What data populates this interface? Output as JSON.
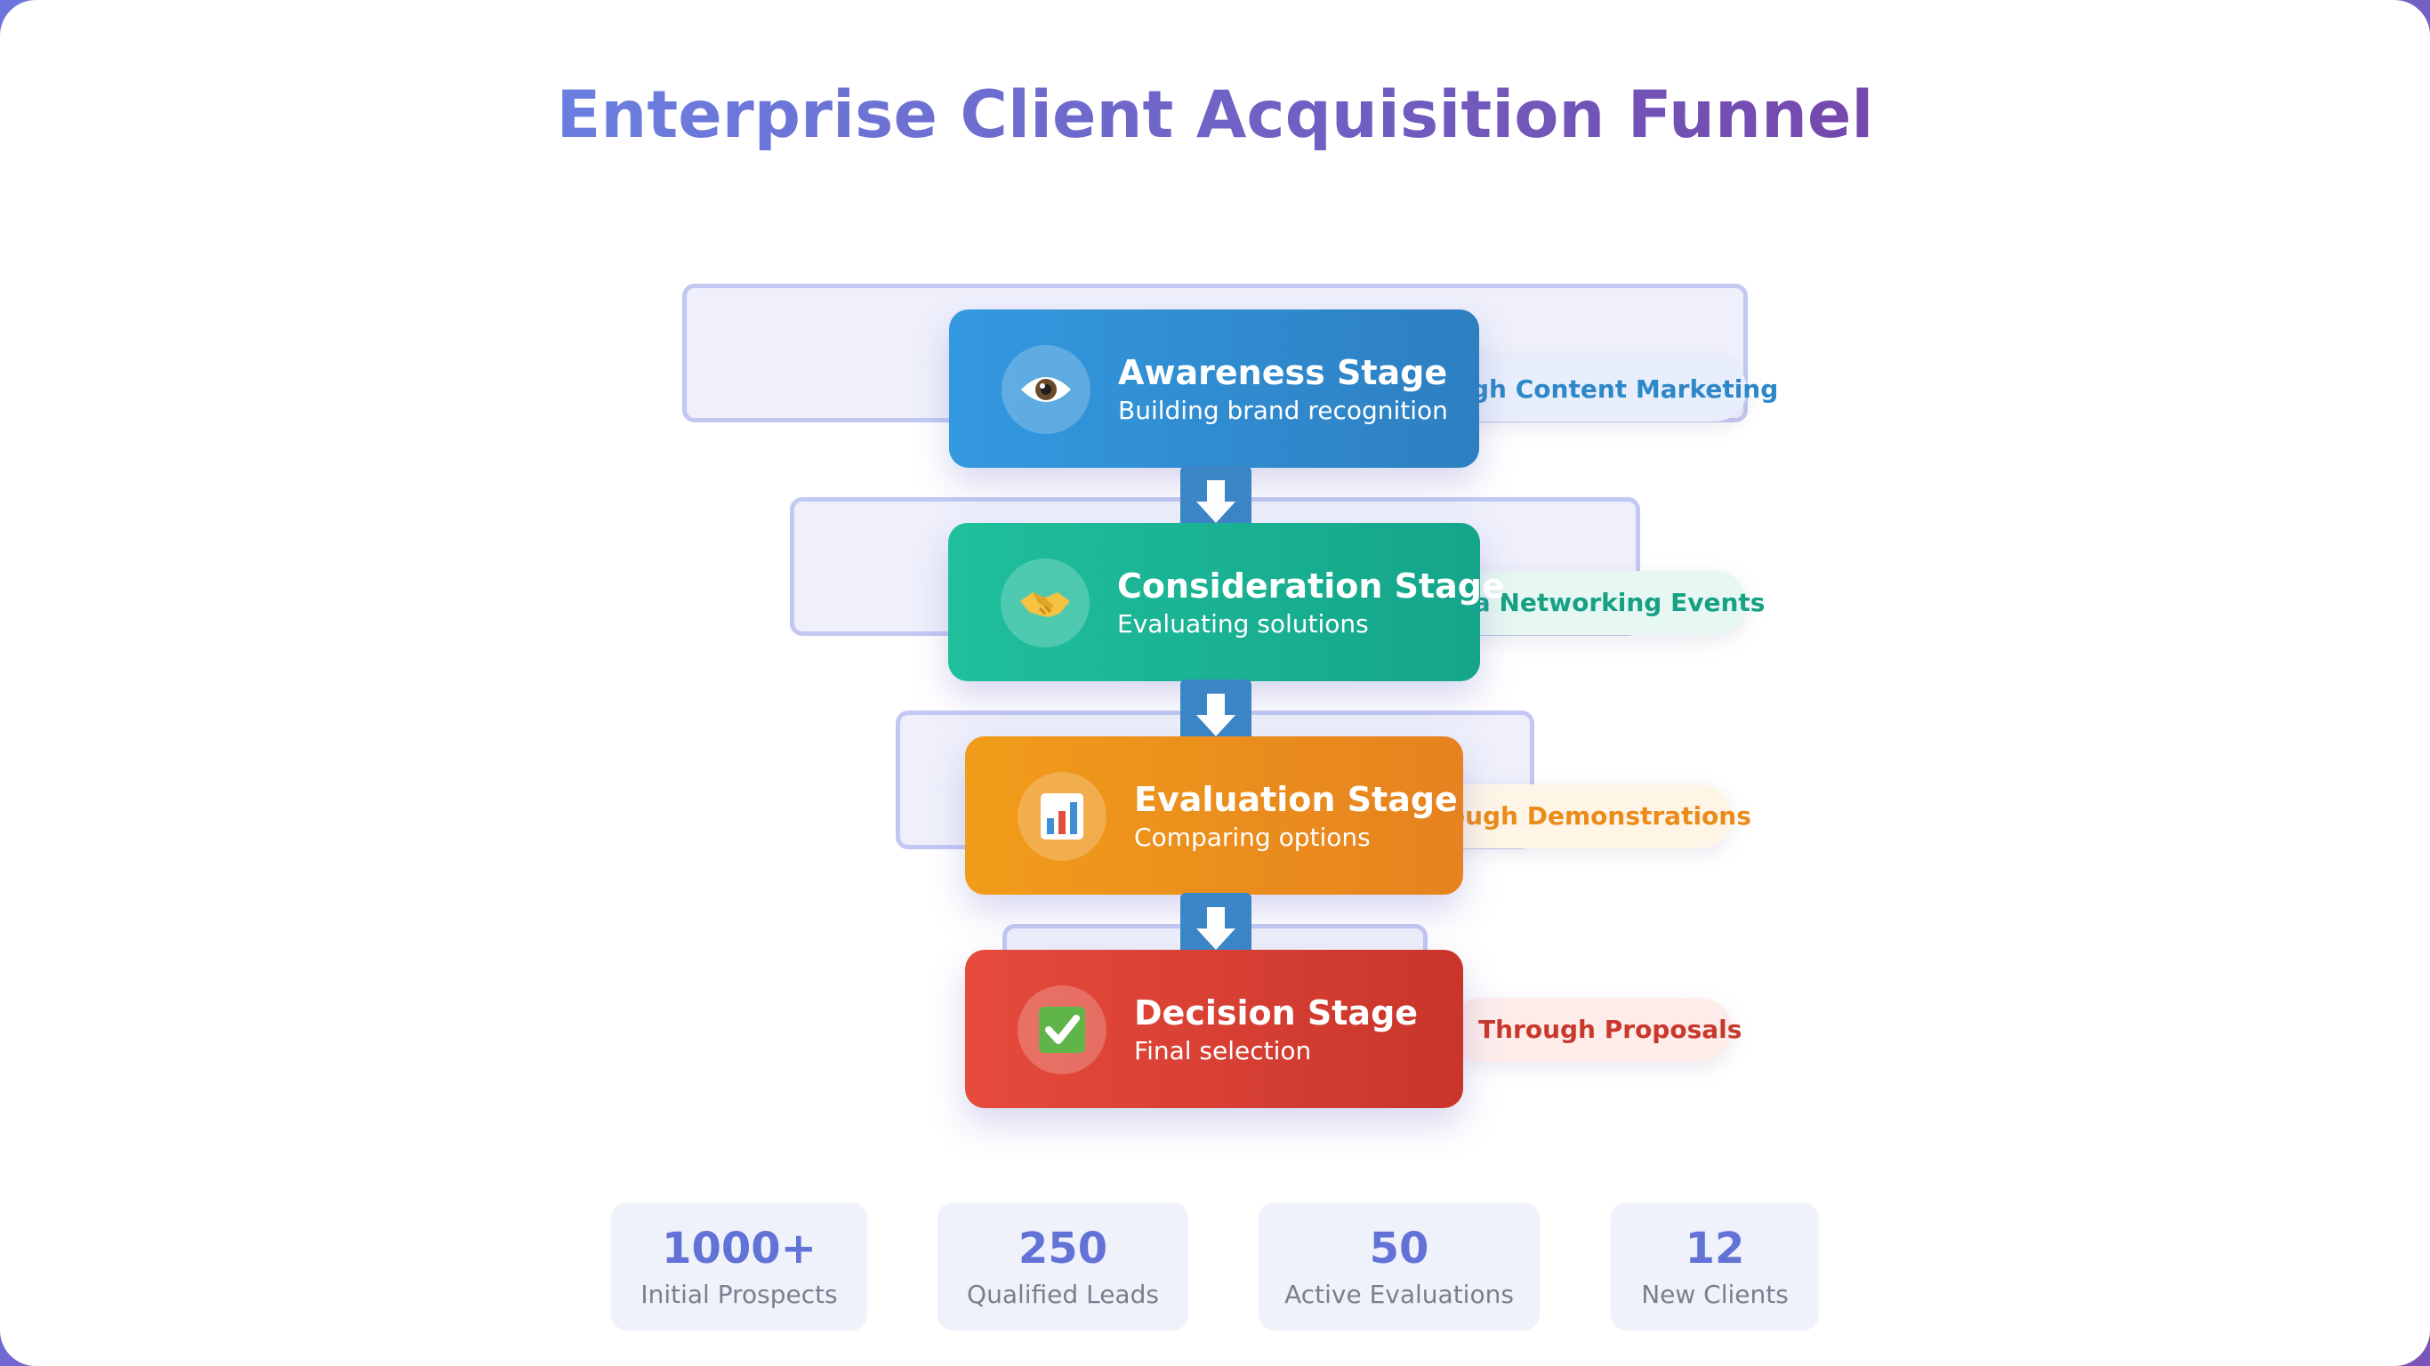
{
  "title": "Enterprise Client Acquisition Funnel",
  "stages": [
    {
      "name": "Awareness Stage",
      "desc": "Building brand recognition",
      "channel": "Through Content Marketing",
      "icon": "eye-icon",
      "color": "#3498db"
    },
    {
      "name": "Consideration Stage",
      "desc": "Evaluating solutions",
      "channel": "Via Networking Events",
      "icon": "handshake-icon",
      "color": "#1abc9c"
    },
    {
      "name": "Evaluation Stage",
      "desc": "Comparing options",
      "channel": "Through Demonstrations",
      "icon": "bar-chart-icon",
      "color": "#f39c12"
    },
    {
      "name": "Decision Stage",
      "desc": "Final selection",
      "channel": "Through Proposals",
      "icon": "check-icon",
      "color": "#e74c3c"
    }
  ],
  "stats": [
    {
      "value": "1000+",
      "label": "Initial Prospects"
    },
    {
      "value": "250",
      "label": "Qualified Leads"
    },
    {
      "value": "50",
      "label": "Active Evaluations"
    },
    {
      "value": "12",
      "label": "New Clients"
    }
  ]
}
